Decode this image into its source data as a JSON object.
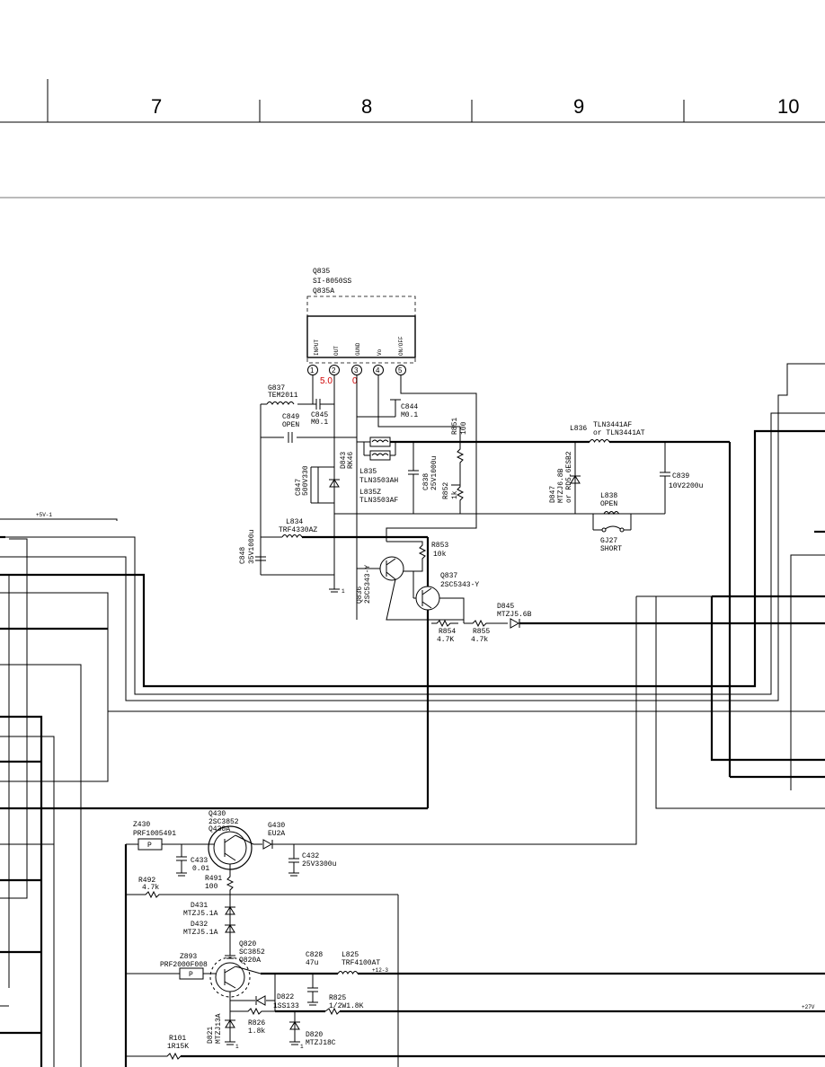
{
  "grid": {
    "columns": [
      "7",
      "8",
      "9",
      "10"
    ]
  },
  "components": {
    "q835": {
      "ref": "Q835",
      "part": "SI-8050SS",
      "alt": "Q835A",
      "pins": [
        "INPUT",
        "OUT",
        "GUND",
        "Vo",
        "ON/OFF"
      ],
      "pin_numbers": [
        "1",
        "2",
        "3",
        "4",
        "5"
      ],
      "v_out": "5.0",
      "v_gnd": "0"
    },
    "g837": {
      "ref": "G837",
      "part": "TEM2011"
    },
    "c845": {
      "ref": "C845",
      "value": "M0.1"
    },
    "c844": {
      "ref": "C844",
      "value": "M0.1"
    },
    "c849": {
      "ref": "C849",
      "value": "OPEN"
    },
    "r851": {
      "ref": "R851",
      "value": "100"
    },
    "c847": {
      "ref": "C847",
      "value": "500V330"
    },
    "d843": {
      "ref": "D843",
      "value": "RK46"
    },
    "l835": {
      "ref": "L835",
      "part": "TLN3503AH"
    },
    "l835z": {
      "ref": "L835Z",
      "part": "TLN3503AF"
    },
    "c838": {
      "ref": "C838",
      "value": "25V1000u"
    },
    "r852": {
      "ref": "R852",
      "value": "1k"
    },
    "l836": {
      "ref": "L836",
      "part1": "TLN3441AF",
      "part2": "or TLN3441AT"
    },
    "d847": {
      "ref": "D847",
      "part1": "MTZJ6.8B",
      "part2": "or RD5.6ESB2"
    },
    "c839": {
      "ref": "C839",
      "value": "10V2200u"
    },
    "l838": {
      "ref": "L838",
      "value": "OPEN"
    },
    "gj27": {
      "ref": "GJ27",
      "value": "SHORT"
    },
    "l834": {
      "ref": "L834",
      "part": "TRF4330AZ"
    },
    "c848": {
      "ref": "C848",
      "value": "35V1000u"
    },
    "r853": {
      "ref": "R853",
      "value": "10k"
    },
    "q836": {
      "ref": "Q836",
      "part": "2SC5343-Y"
    },
    "q837": {
      "ref": "Q837",
      "part": "2SC5343-Y"
    },
    "r854": {
      "ref": "R854",
      "value": "4.7K"
    },
    "r855": {
      "ref": "R855",
      "value": "4.7k"
    },
    "d845": {
      "ref": "D845",
      "part": "MTZJ5.6B"
    },
    "z430": {
      "ref": "Z430",
      "part": "PRF1005491",
      "box": "P"
    },
    "q430": {
      "ref": "Q430",
      "part": "2SC3852",
      "alt": "Q430A"
    },
    "g430": {
      "ref": "G430",
      "part": "EU2A"
    },
    "c432": {
      "ref": "C432",
      "value": "25V3300u"
    },
    "c433": {
      "ref": "C433",
      "value": "0.01"
    },
    "r491": {
      "ref": "R491",
      "value": "100"
    },
    "r492": {
      "ref": "R492",
      "value": "4.7k"
    },
    "d431": {
      "ref": "D431",
      "part": "MTZJ5.1A"
    },
    "d432": {
      "ref": "D432",
      "part": "MTZJ5.1A"
    },
    "q820": {
      "ref": "Q820",
      "part": "SC3852",
      "alt": "Q820A"
    },
    "z893": {
      "ref": "Z893",
      "part": "PRF2000F008",
      "box": "P"
    },
    "c828": {
      "ref": "C828",
      "value": "47u"
    },
    "l825": {
      "ref": "L825",
      "part": "TRF4100AT"
    },
    "d822": {
      "ref": "D822",
      "part": "1SS133"
    },
    "r825": {
      "ref": "R825",
      "value": "1/2W1.8K"
    },
    "r826": {
      "ref": "R826",
      "value": "1.8k"
    },
    "d821": {
      "ref": "D821",
      "part": "MTZJ13A"
    },
    "d820": {
      "ref": "D820",
      "part": "MTZJ18C"
    },
    "r101": {
      "ref": "R101",
      "value": "1R15K"
    }
  },
  "nets": {
    "v5_1": "+5V-1",
    "v12_3": "+12-3",
    "v27": "+27V",
    "gnd_mark": "1"
  }
}
